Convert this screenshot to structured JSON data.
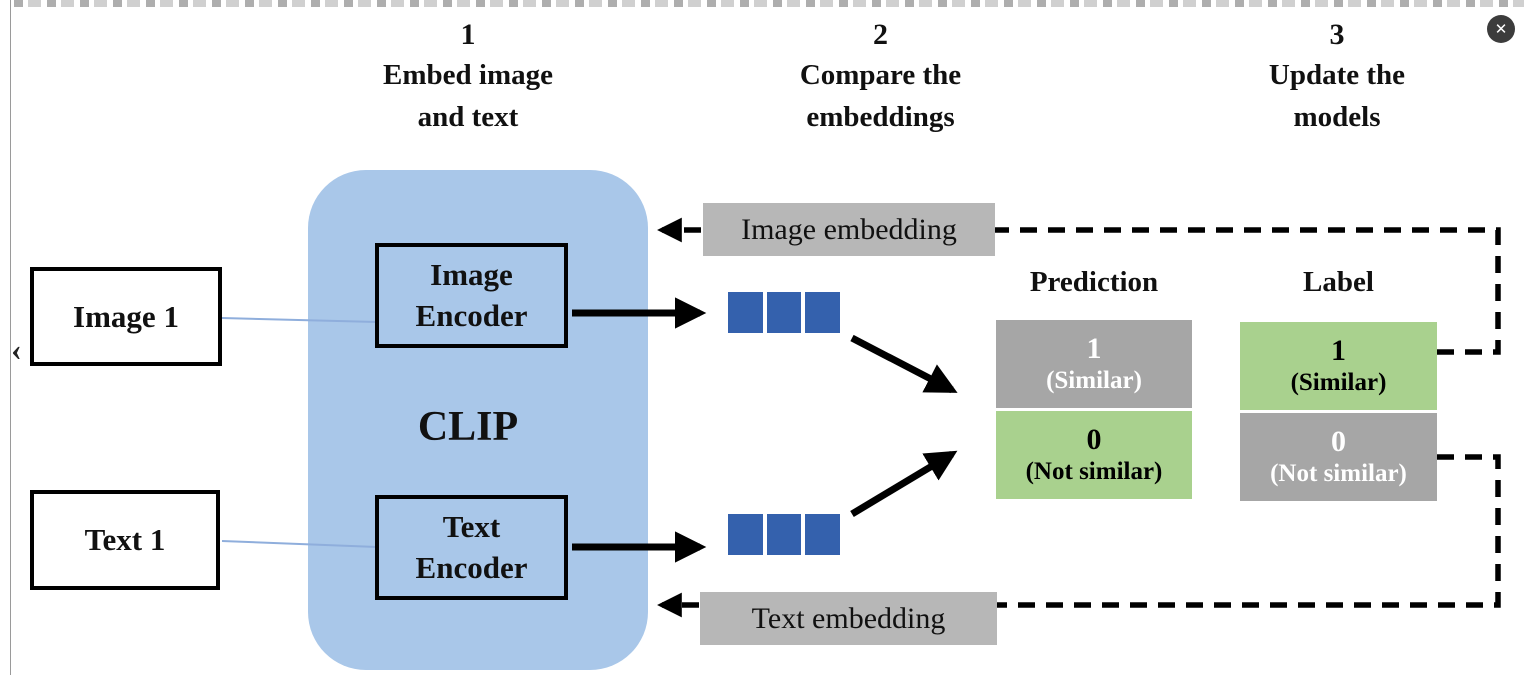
{
  "lightbox": {
    "close_icon": "✕",
    "prev_icon": "‹"
  },
  "steps": [
    {
      "number": "1",
      "title": "Embed image\nand text"
    },
    {
      "number": "2",
      "title": "Compare the\nembeddings"
    },
    {
      "number": "3",
      "title": "Update the\nmodels"
    }
  ],
  "inputs": {
    "image_label": "Image 1",
    "text_label": "Text 1"
  },
  "clip": {
    "name": "CLIP",
    "image_encoder": "Image\nEncoder",
    "text_encoder": "Text\nEncoder"
  },
  "embedding_labels": {
    "image": "Image embedding",
    "text": "Text embedding"
  },
  "prediction_table": {
    "title": "Prediction",
    "rows": [
      {
        "value": "1",
        "caption": "(Similar)"
      },
      {
        "value": "0",
        "caption": "(Not similar)"
      }
    ]
  },
  "label_table": {
    "title": "Label",
    "rows": [
      {
        "value": "1",
        "caption": "(Similar)"
      },
      {
        "value": "0",
        "caption": "(Not similar)"
      }
    ]
  },
  "colors": {
    "clip_background": "#A9C7E9",
    "vector_blue": "#3461AD",
    "row_gray": "#A6A6A6",
    "row_green": "#A9D18E",
    "embedding_label_gray": "#B7B7B7"
  }
}
